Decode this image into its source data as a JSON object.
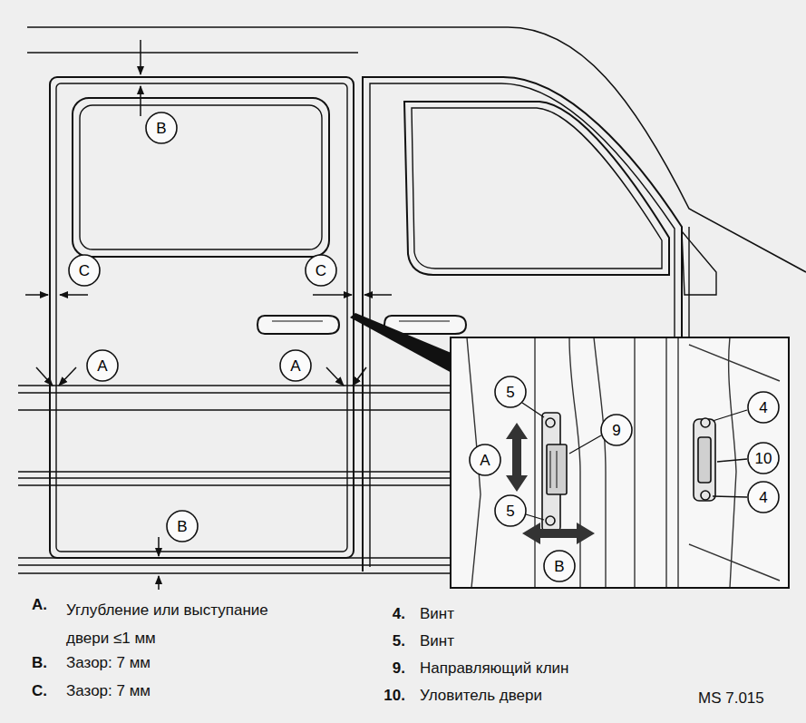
{
  "diagram": {
    "nodes": [
      {
        "text": [
          "B"
        ]
      },
      {
        "text": [
          "C"
        ]
      },
      {
        "text": [
          "C"
        ]
      },
      {
        "text": [
          "A"
        ]
      },
      {
        "text": [
          "A"
        ]
      },
      {
        "text": [
          "B"
        ]
      },
      {
        "text": [
          "5"
        ]
      },
      {
        "text": [
          "9"
        ]
      },
      {
        "text": [
          "4"
        ]
      },
      {
        "text": [
          "A"
        ]
      },
      {
        "text": [
          "10"
        ]
      },
      {
        "text": [
          "5"
        ]
      },
      {
        "text": [
          "4"
        ]
      },
      {
        "text": [
          "B"
        ]
      }
    ],
    "labels": [
      "A.",
      "Углубление или выступание двери ≤1 мм",
      "B.",
      "Зазор: 7 мм",
      "C.",
      "Зазор: 7 мм",
      "4.",
      "Винт",
      "5.",
      "Винт",
      "9.",
      "Направляющий клин",
      "10.",
      "Уловитель двери",
      "MS 7.015"
    ]
  }
}
